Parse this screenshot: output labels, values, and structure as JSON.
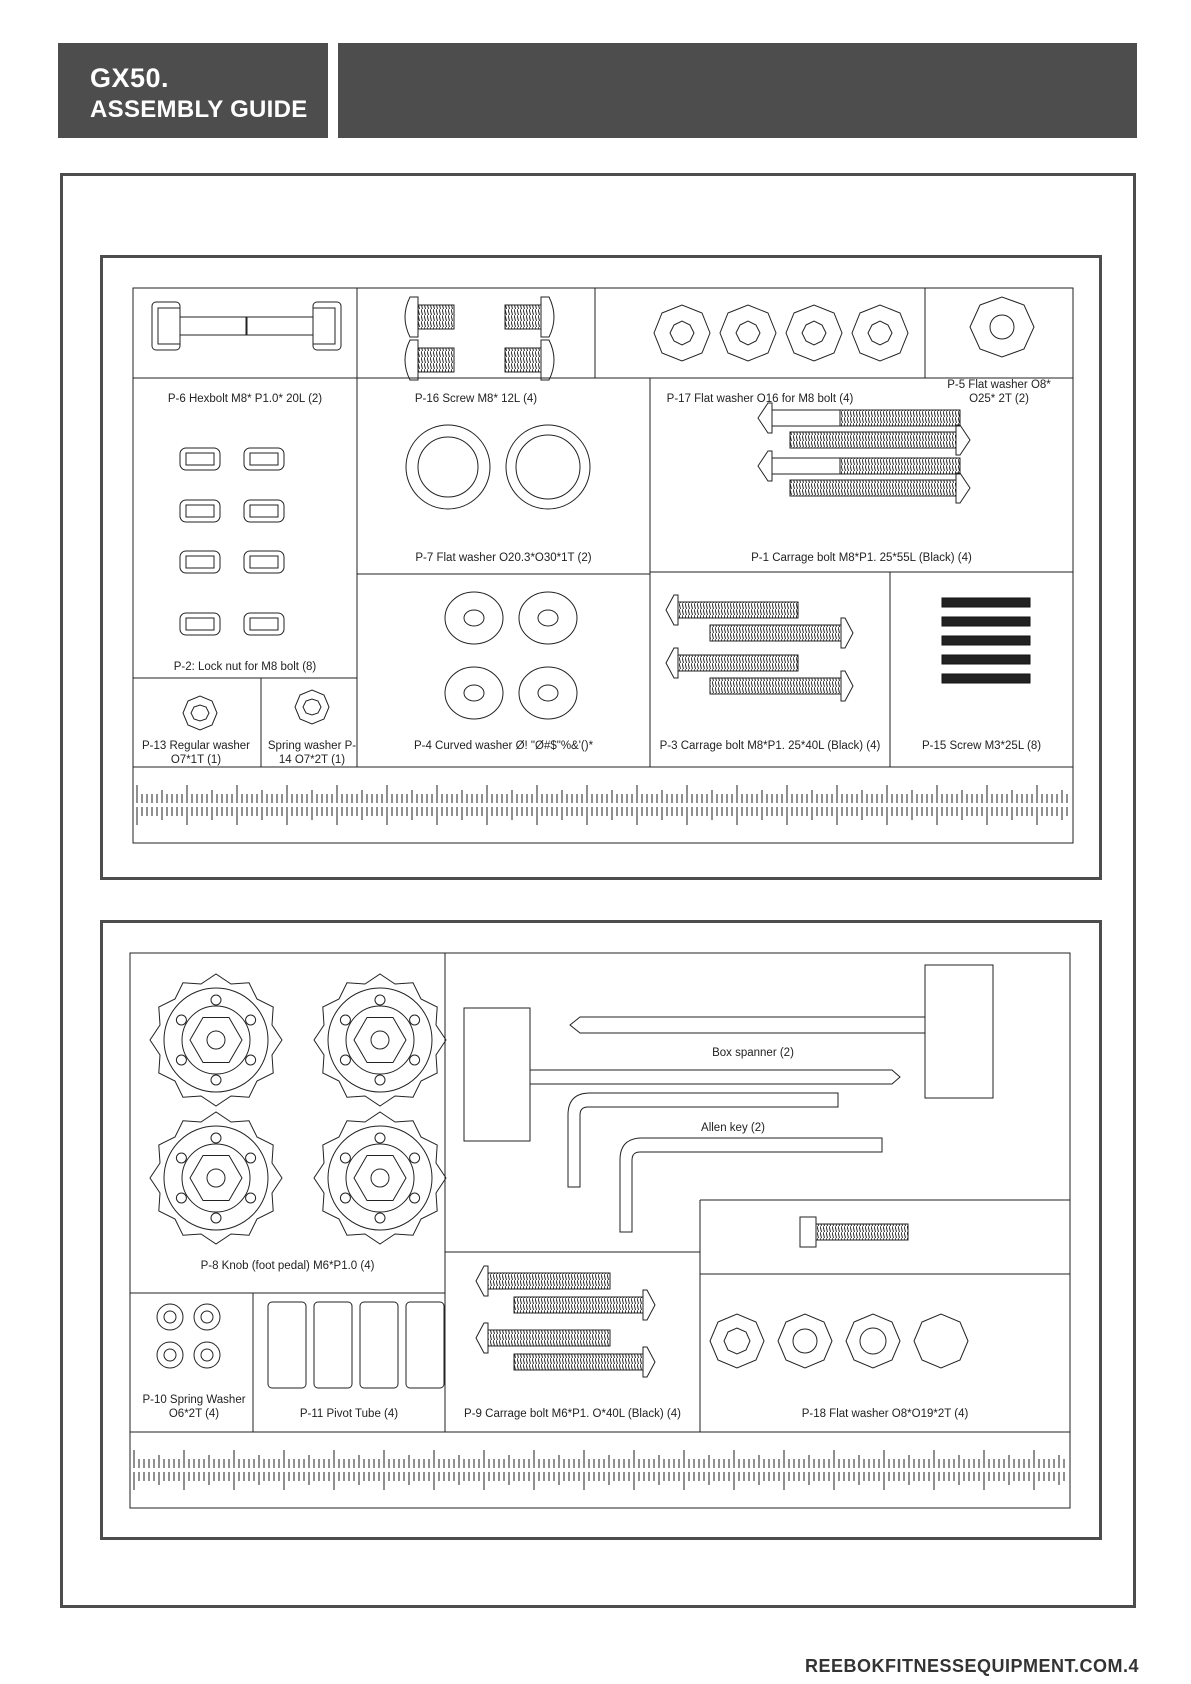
{
  "header": {
    "title": "GX50.",
    "subtitle": "ASSEMBLY GUIDE"
  },
  "footer": {
    "text": "REEBOKFITNESSEQUIPMENT.COM.4"
  },
  "panel1": {
    "parts": [
      {
        "id": "p6",
        "label": "P-6 Hexbolt M8* P1.0* 20L (2)",
        "icon": "hexbolt-icon"
      },
      {
        "id": "p16",
        "label": "P-16 Screw M8* 12L (4)",
        "icon": "screw-icon"
      },
      {
        "id": "p17",
        "label": "P-17 Flat washer O16 for M8 bolt (4)",
        "icon": "flat-washer-icon"
      },
      {
        "id": "p5",
        "label": "P-5 Flat washer O8* O25* 2T (2)",
        "icon": "flat-washer-icon"
      },
      {
        "id": "p2",
        "label": "P-2: Lock nut for M8 bolt (8)",
        "icon": "lock-nut-icon"
      },
      {
        "id": "p7",
        "label": "P-7 Flat washer O20.3*O30*1T (2)",
        "icon": "flat-washer-icon"
      },
      {
        "id": "p1",
        "label": "P-1 Carrage bolt M8*P1. 25*55L (Black) (4)",
        "icon": "carriage-bolt-icon"
      },
      {
        "id": "p13",
        "label": "P-13 Regular washer O7*1T (1)",
        "icon": "regular-washer-icon"
      },
      {
        "id": "p14",
        "label": "Spring washer P-14 O7*2T (1)",
        "icon": "spring-washer-icon"
      },
      {
        "id": "p4",
        "label": "P-4 Curved washer Ø! \"Ø#$\"%&'()*",
        "icon": "curved-washer-icon"
      },
      {
        "id": "p3",
        "label": "P-3 Carrage bolt M8*P1. 25*40L (Black) (4)",
        "icon": "carriage-bolt-icon"
      },
      {
        "id": "p15",
        "label": "P-15 Screw M3*25L (8)",
        "icon": "screw-icon"
      }
    ]
  },
  "panel2": {
    "parts": [
      {
        "id": "p8",
        "label": "P-8 Knob (foot pedal) M6*P1.0 (4)",
        "icon": "knob-icon"
      },
      {
        "id": "spanner",
        "label": "Box spanner (2)",
        "icon": "box-spanner-icon"
      },
      {
        "id": "allen",
        "label": "Allen key (2)",
        "icon": "allen-key-icon"
      },
      {
        "id": "p10",
        "label": "P-10 Spring Washer O6*2T (4)",
        "icon": "spring-washer-icon"
      },
      {
        "id": "p11",
        "label": "P-11 Pivot Tube (4)",
        "icon": "pivot-tube-icon"
      },
      {
        "id": "p9",
        "label": "P-9 Carrage bolt M6*P1. O*40L (Black) (4)",
        "icon": "carriage-bolt-icon"
      },
      {
        "id": "p18",
        "label": "P-18 Flat washer O8*O19*2T (4)",
        "icon": "flat-washer-icon"
      }
    ]
  }
}
